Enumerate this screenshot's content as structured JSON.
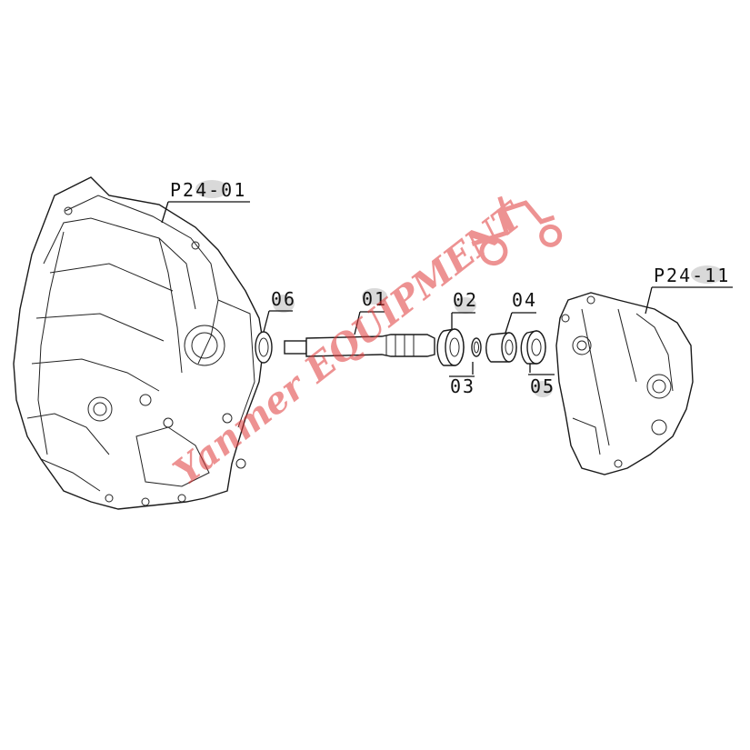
{
  "labels": {
    "p24_01": "P24-01",
    "p24_11": "P24-11",
    "part_01": "01",
    "part_02": "02",
    "part_03": "03",
    "part_04": "04",
    "part_05": "05",
    "part_06": "06"
  },
  "watermark": {
    "text": "Yanmer EQUIPMENT",
    "color": "#e03a3a"
  },
  "colors": {
    "line": "#111111",
    "highlight": "#cfcfcf"
  }
}
